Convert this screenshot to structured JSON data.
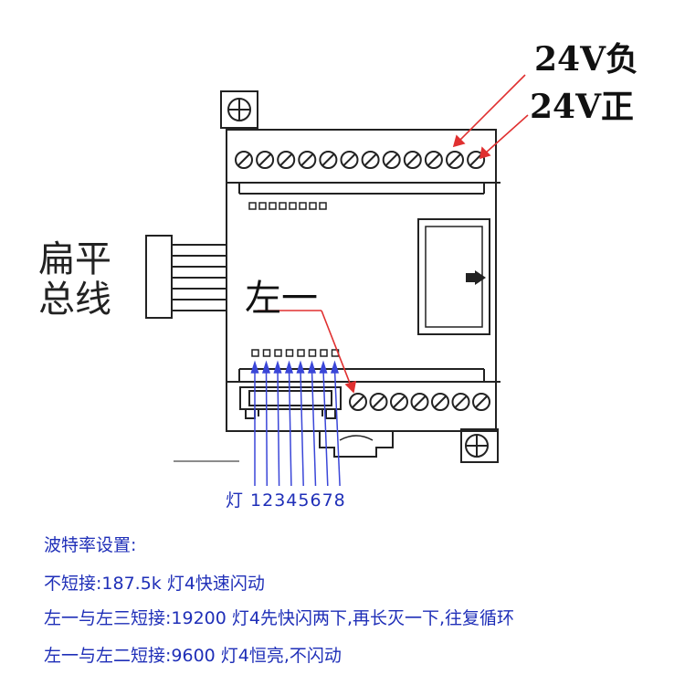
{
  "labels": {
    "neg_24v": "24V负",
    "pos_24v": "24V正",
    "flat_bus_line1": "扁平",
    "flat_bus_line2": "总线",
    "left_one": "左一",
    "lamps": "灯 12345678"
  },
  "notes": {
    "heading": "波特率设置:",
    "line1": "不短接:187.5k 灯4快速闪动",
    "line2": "左一与左三短接:19200  灯4先快闪两下,再长灭一下,往复循环",
    "line3": "左一与左二短接:9600    灯4恒亮,不闪动"
  },
  "colors": {
    "arrow_red": "#e03030",
    "arrow_blue": "#3a46d8",
    "text_blue": "#1f2fb8",
    "drawing": "#222222"
  }
}
